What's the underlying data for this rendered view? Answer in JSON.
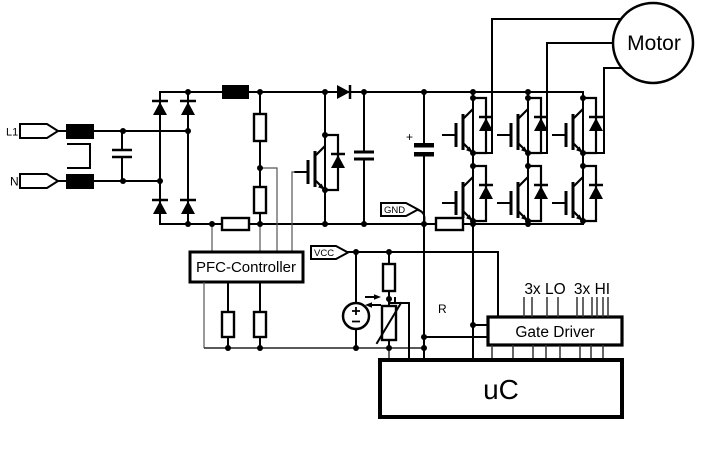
{
  "schematic": {
    "blocks": {
      "pfc_controller": "PFC-Controller",
      "gate_driver": "Gate Driver",
      "microcontroller": "uC",
      "motor": "Motor"
    },
    "labels": {
      "line_input": "L1",
      "neutral_input": "N",
      "ground_flag": "GND",
      "supply_flag": "VCC",
      "low_side_gates": "3x LO",
      "high_side_gates": "3x HI",
      "shunt_ref": "R",
      "electrolytic_plus": "+"
    },
    "colors": {
      "wire": "#000000",
      "thin_wire": "#555555",
      "background": "#ffffff",
      "component_fill": "#ffffff"
    },
    "components": [
      "mains-input-tags",
      "emi-filter-chokes",
      "x-capacitor",
      "bridge-rectifier",
      "boost-inductor",
      "voltage-divider",
      "boost-igbt",
      "boost-diode",
      "film-dc-link-capacitor",
      "electrolytic-dc-link-capacitor",
      "pfc-shunt-resistor",
      "motor-shunt-resistor",
      "three-phase-igbt-inverter",
      "freewheel-diodes",
      "voltage-source",
      "potentiometer",
      "pfc-controller-ic",
      "gate-driver-ic",
      "microcontroller",
      "motor"
    ]
  }
}
